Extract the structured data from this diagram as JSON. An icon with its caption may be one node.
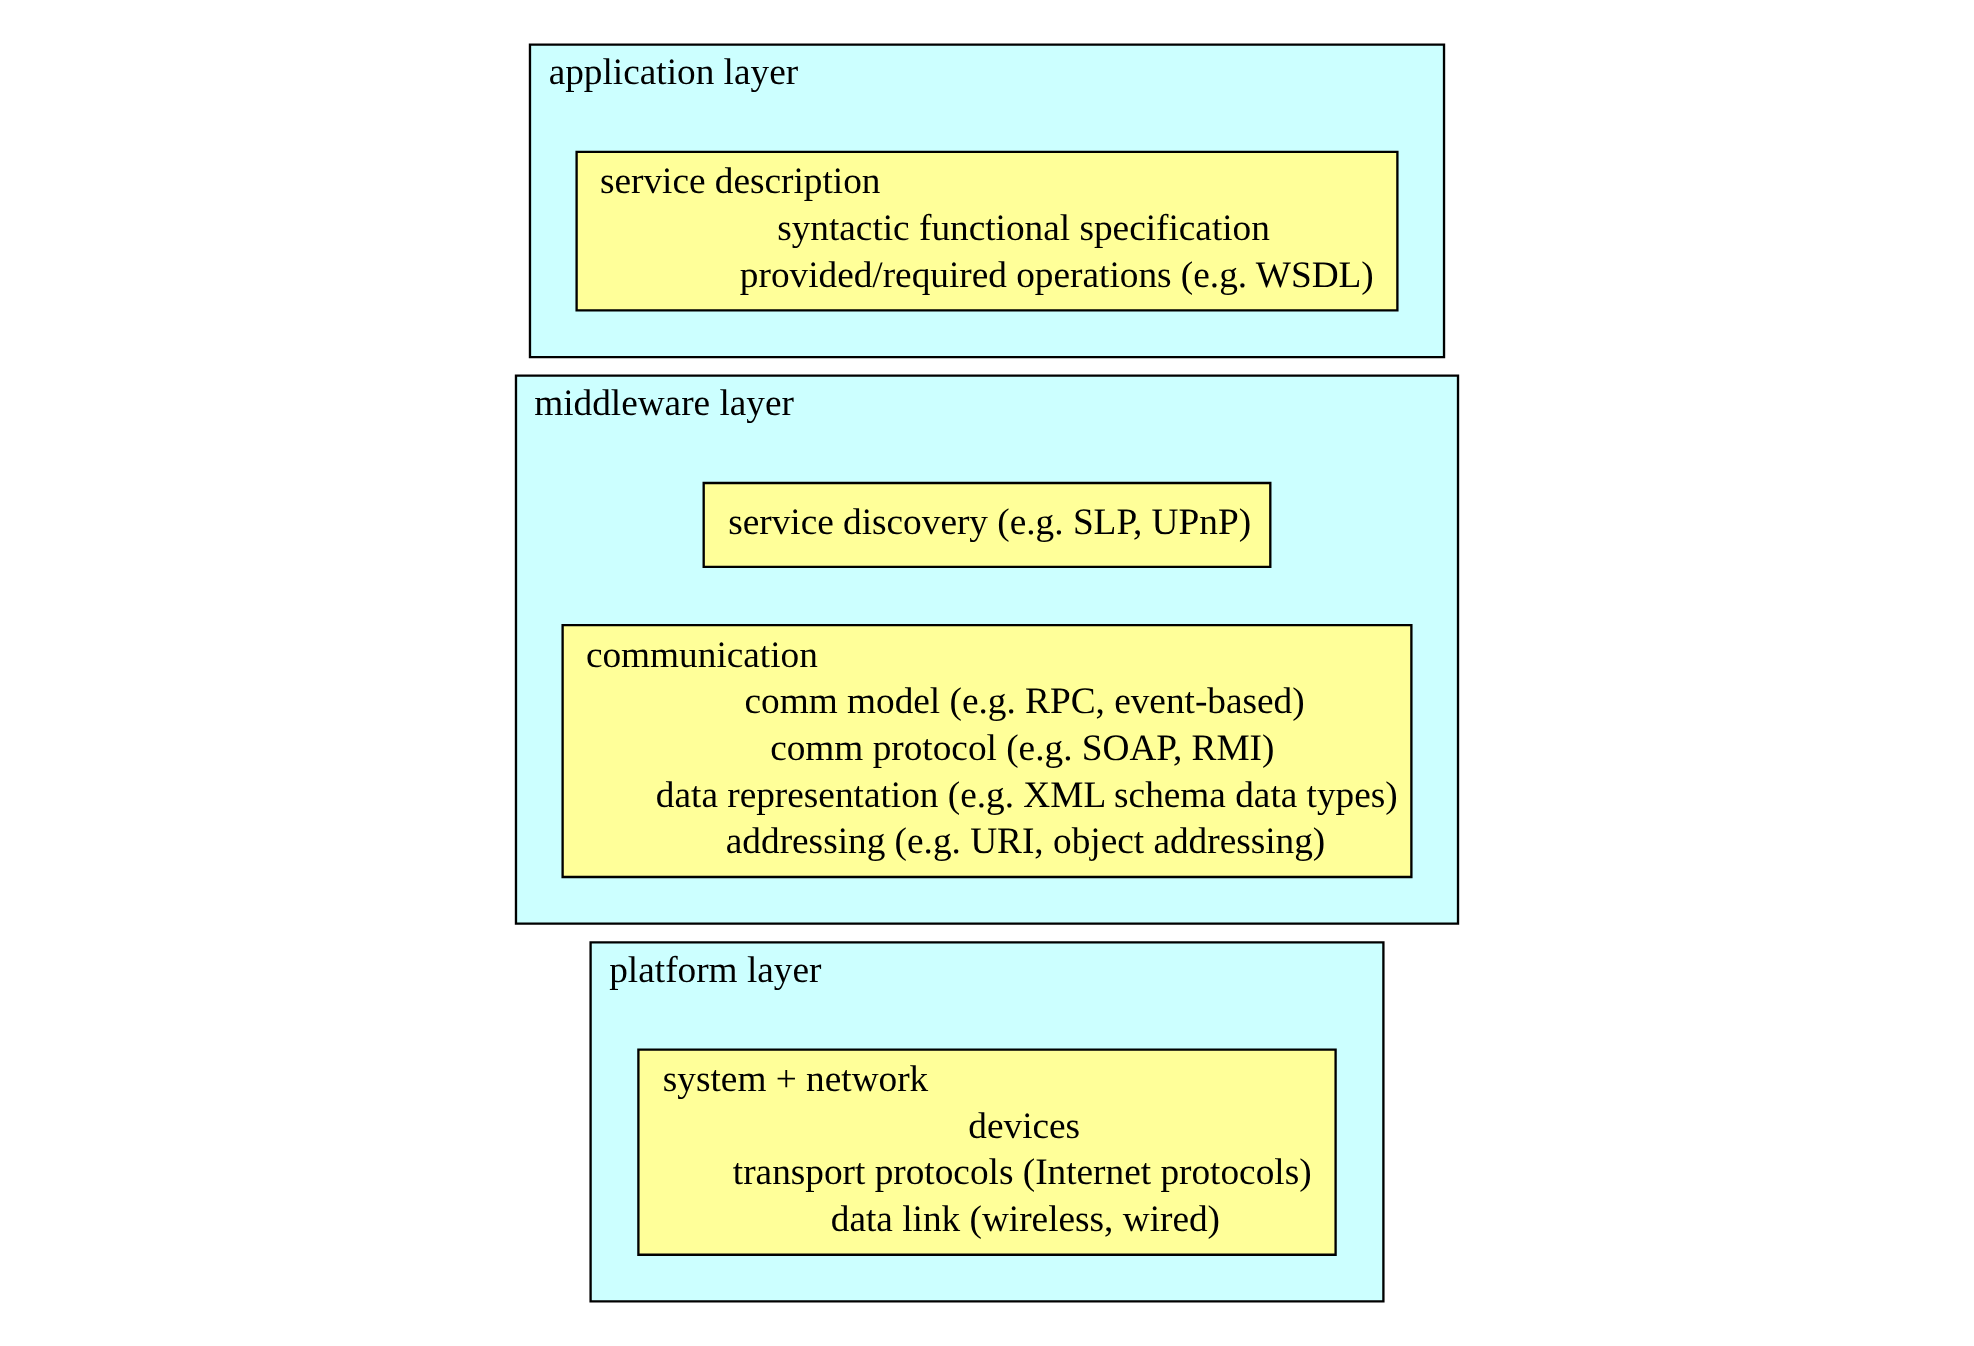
{
  "diagram": {
    "nodes": [
      {
        "text": [
          "application layer"
        ]
      },
      {
        "text": [
          "service description",
          "syntactic functional specification",
          "provided/required operations (e.g. WSDL)"
        ],
        "in": 0
      },
      {
        "text": [
          "middleware layer"
        ]
      },
      {
        "text": [
          "service discovery (e.g. SLP, UPnP)"
        ],
        "in": 2
      },
      {
        "text": [
          "communication",
          "comm model (e.g. RPC, event-based)",
          "comm protocol (e.g. SOAP, RMI)",
          "data representation (e.g. XML schema data types)",
          "addressing (e.g. URI, object addressing)"
        ],
        "in": 2
      },
      {
        "text": [
          "platform layer"
        ]
      },
      {
        "text": [
          "system + network",
          "devices",
          "transport protocols (Internet protocols)",
          "data link (wireless, wired)"
        ],
        "in": 5
      }
    ],
    "edges": []
  }
}
